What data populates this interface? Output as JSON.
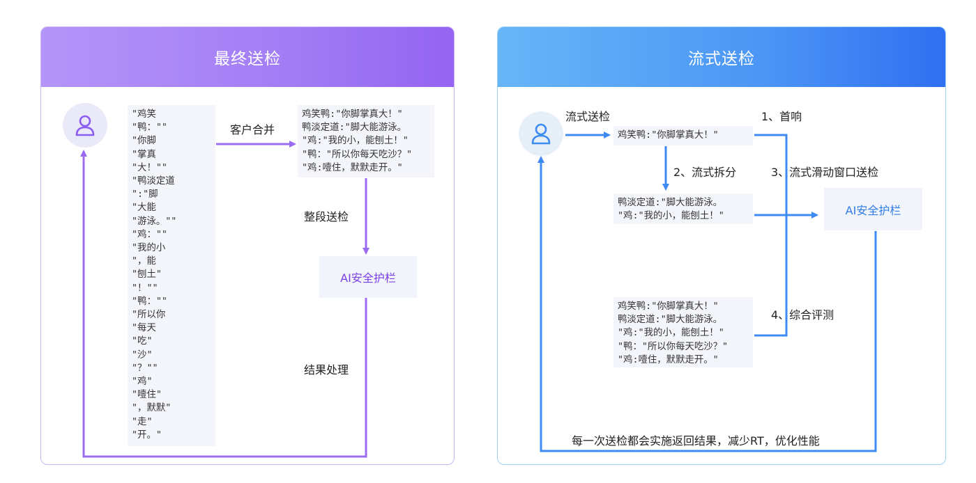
{
  "left_panel": {
    "title": "最终送检",
    "fragments": [
      "\"鸡笑",
      "\"鸭：\"\"",
      "\"你脚",
      "\"掌真",
      "\"大！\"\"",
      "\"鸭淡定道",
      "\":\"脚",
      "\"大能",
      "\"游泳。\"\"",
      "\"鸡：\"\"",
      "\"我的小",
      "\"，能",
      "\"刨土\"",
      "\"！\"\"",
      "\"鸭：\"\"",
      "\"所以你",
      "\"每天",
      "\"吃\"",
      "\"沙\"",
      "\"？\"\"",
      "\"鸡\"",
      "\"噎住\"",
      "\"，默默\"",
      "\"走\"",
      "\"开。\""
    ],
    "merge_label": "客户合并",
    "merged_text": [
      "鸡笑鸭:\"你脚掌真大！\"",
      "鸭淡定道:\"脚大能游泳。",
      "\"鸡:\"我的小，能刨土！\"",
      "\"鸭：\"所以你每天吃沙？\"",
      "\"鸡:噎住，默默走开。\""
    ],
    "segment_label": "整段送检",
    "guard_label": "AI安全护栏",
    "result_label": "结果处理",
    "accent": "#9b6cf2"
  },
  "right_panel": {
    "title": "流式送检",
    "stream_label": "流式送检",
    "first_text": "鸡笑鸭:\"你脚掌真大！\"",
    "second_text": [
      "鸭淡定道:\"脚大能游泳。",
      "\"鸡:\"我的小，能刨土！\""
    ],
    "full_text": [
      "鸡笑鸭:\"你脚掌真大！\"",
      "鸭淡定道:\"脚大能游泳。",
      "\"鸡:\"我的小，能刨土！\"",
      "\"鸭：\"所以你每天吃沙？\"",
      "\"鸡:噎住，默默走开。\""
    ],
    "step1": "1、首响",
    "step2": "2、流式拆分",
    "step3": "3、流式滑动窗口送检",
    "step4": "4、综合评测",
    "guard_label": "AI安全护栏",
    "footer": "每一次送检都会实施返回结果，减少RT，优化性能",
    "accent": "#3d8af0"
  }
}
